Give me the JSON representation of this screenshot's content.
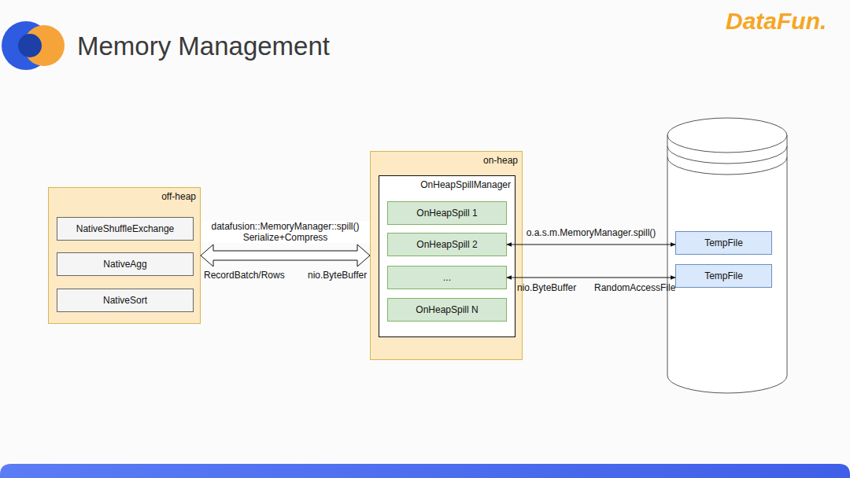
{
  "diagram": {
    "title": "Memory Management",
    "nodes": [
      {
        "text": [
          "off-heap"
        ]
      },
      {
        "text": [
          "NativeShuffleExchange"
        ],
        "in": 0
      },
      {
        "text": [
          "NativeAgg"
        ],
        "in": 0
      },
      {
        "text": [
          "NativeSort"
        ],
        "in": 0
      },
      {
        "text": [
          "on-heap"
        ]
      },
      {
        "text": [
          "OnHeapSpillManager"
        ],
        "in": 4
      },
      {
        "text": [
          "OnHeapSpill 1"
        ],
        "in": 5
      },
      {
        "text": [
          "OnHeapSpill 2"
        ],
        "in": 5
      },
      {
        "text": [
          "..."
        ],
        "in": 5
      },
      {
        "text": [
          "OnHeapSpill N"
        ],
        "in": 5
      },
      {
        "text": [
          "TempFile"
        ]
      },
      {
        "text": [
          "TempFile"
        ]
      }
    ],
    "edges": [
      {
        "from": 0,
        "to": 4,
        "arrow": "both",
        "label": "datafusion::MemoryManager::spill() Serialize+Compress"
      },
      {
        "from": 7,
        "to": 10,
        "arrow": "both",
        "label": "o.a.s.m.MemoryManager.spill()"
      },
      {
        "from": 8,
        "to": 11,
        "arrow": "both"
      }
    ],
    "labels": [
      "RecordBatch/Rows",
      "nio.ByteBuffer",
      "nio.ByteBuffer",
      "RandomAccessFile",
      "DataFun."
    ]
  }
}
